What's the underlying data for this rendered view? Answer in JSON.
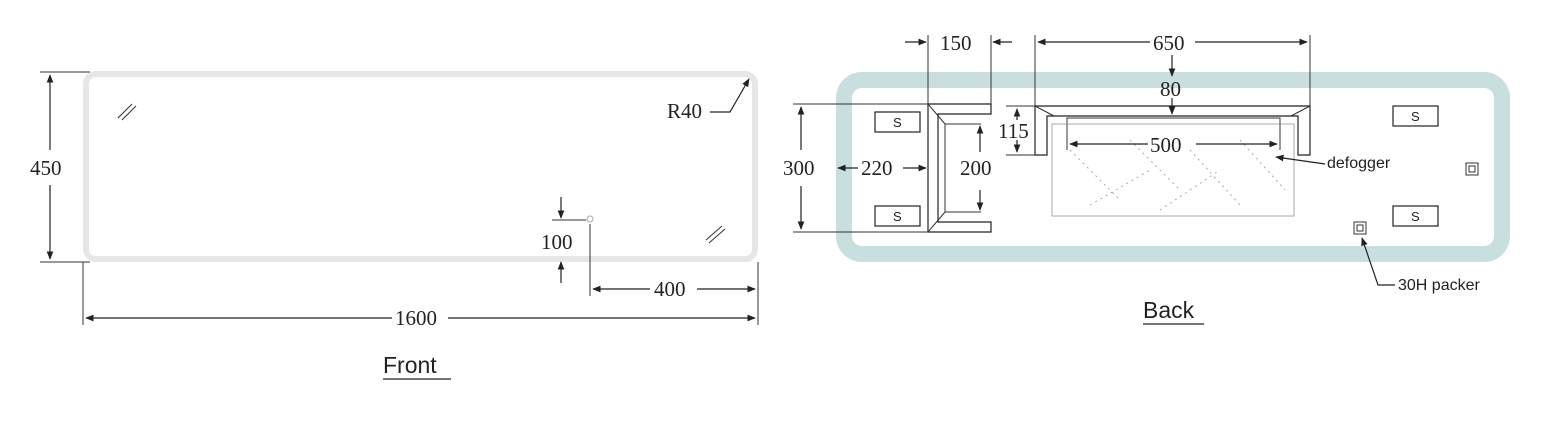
{
  "front": {
    "caption": "Front",
    "dim_height": "450",
    "dim_width": "1600",
    "dim_radius": "R40",
    "dim_sensor_height": "100",
    "dim_sensor_offset": "400"
  },
  "back": {
    "caption": "Back",
    "dim_150": "150",
    "dim_650": "650",
    "dim_80": "80",
    "dim_115": "115",
    "dim_500": "500",
    "dim_300": "300",
    "dim_220": "220",
    "dim_200": "200",
    "label_defogger": "defogger",
    "label_packer": "30H packer",
    "switch_symbol": "S"
  },
  "colors": {
    "front_frame": "#e6e6e6",
    "back_frame": "#c9dede",
    "line": "#222222"
  }
}
